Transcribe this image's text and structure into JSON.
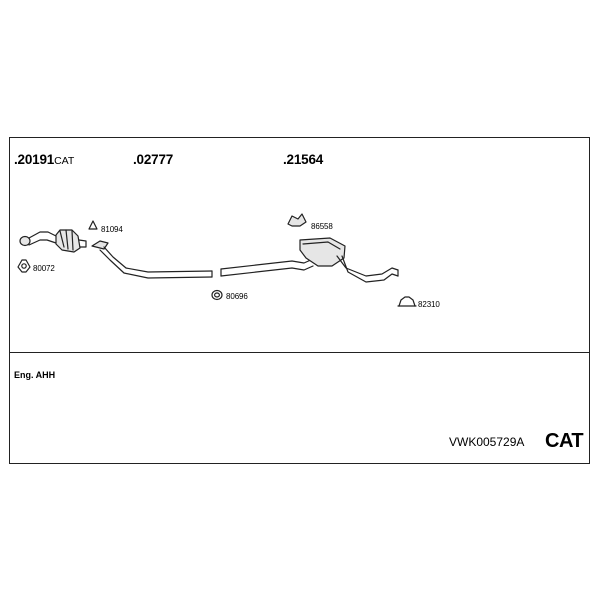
{
  "header": {
    "refs": [
      {
        "code": ".20191",
        "suffix": "CAT"
      },
      {
        "code": ".02777",
        "suffix": ""
      },
      {
        "code": ".21564",
        "suffix": ""
      }
    ]
  },
  "parts": {
    "p81094": "81094",
    "p80072": "80072",
    "p86558": "86558",
    "p80696": "80696",
    "p82310": "82310"
  },
  "footer": {
    "engine": "Eng. AHH",
    "model_code": "VWK005729A",
    "badge": "CAT"
  },
  "colors": {
    "line": "#222222",
    "part_fill": "#e6e6e6"
  }
}
